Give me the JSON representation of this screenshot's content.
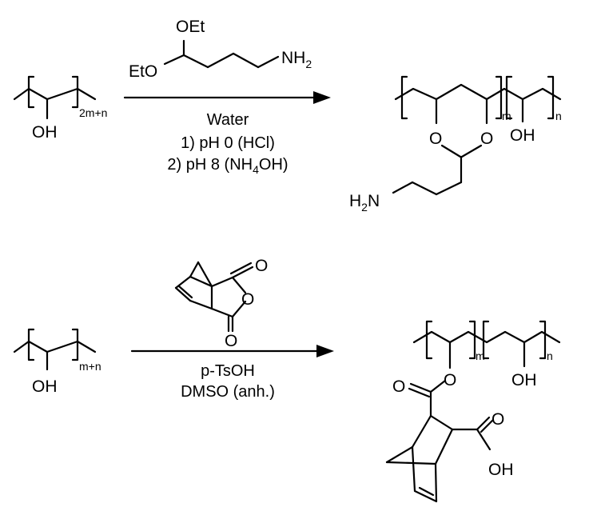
{
  "reaction1": {
    "reactant": {
      "subscript": "2m+n",
      "oh": "OH"
    },
    "reagent": {
      "oet_top": "OEt",
      "eto": "EtO",
      "nh2_n": "NH",
      "nh2_sub": "2"
    },
    "conditions": {
      "solvent": "Water",
      "step1": "1) pH 0 (HCl)",
      "step2_a": "2) pH 8 (NH",
      "step2_sub": "4",
      "step2_b": "OH)"
    },
    "product": {
      "o_left": "O",
      "o_right": "O",
      "sub_m": "m",
      "sub_n": "n",
      "oh": "OH",
      "h2n_h": "H",
      "h2n_sub": "2",
      "h2n_n": "N"
    }
  },
  "reaction2": {
    "reactant": {
      "subscript": "m+n",
      "oh": "OH"
    },
    "reagent": {
      "o_top": "O",
      "o_ring": "O",
      "o_bottom": "O"
    },
    "conditions": {
      "catalyst": "p-TsOH",
      "solvent": "DMSO (anh.)"
    },
    "product": {
      "sub_m": "m",
      "sub_n": "n",
      "o_ester_carbonyl": "O",
      "o_ester": "O",
      "oh": "OH",
      "o_acid": "O",
      "acid_oh": "OH"
    }
  }
}
